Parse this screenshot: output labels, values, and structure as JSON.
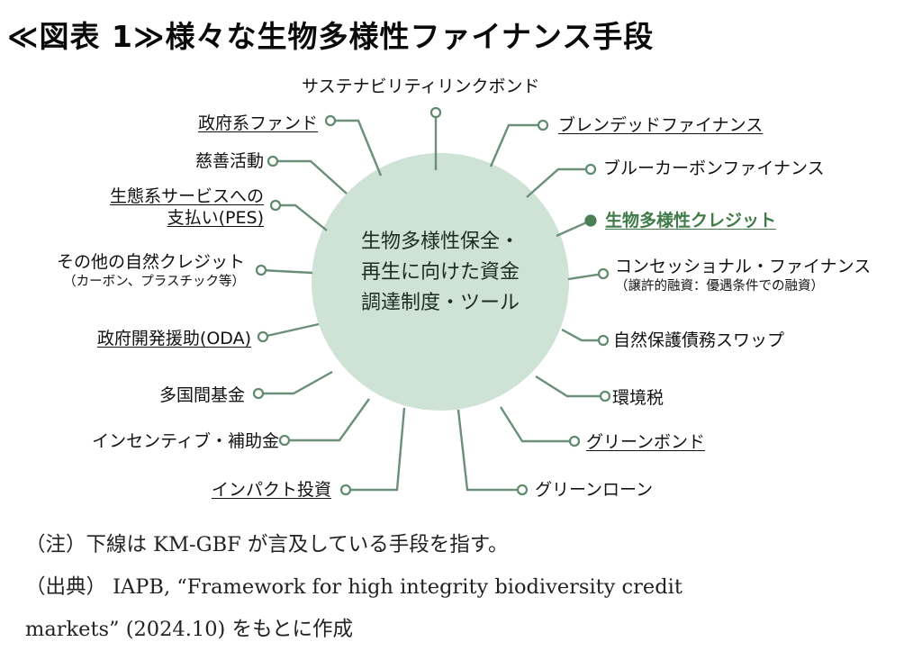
{
  "title": "≪図表 1≫様々な生物多様性ファイナンス手段",
  "center": [
    "生物多様性保全・",
    "再生に向けた資金",
    "調達制度・ツール"
  ],
  "items": [
    {
      "id": "sustainability-linked-bond",
      "label": "サステナビリティリンクボンド",
      "sub": "",
      "underline": false,
      "highlight": false
    },
    {
      "id": "government-fund",
      "label": "政府系ファンド",
      "sub": "",
      "underline": true,
      "highlight": false
    },
    {
      "id": "blended-finance",
      "label": "ブレンデッドファイナンス",
      "sub": "",
      "underline": true,
      "highlight": false
    },
    {
      "id": "philanthropy",
      "label": "慈善活動",
      "sub": "",
      "underline": false,
      "highlight": false
    },
    {
      "id": "blue-carbon-finance",
      "label": "ブルーカーボンファイナンス",
      "sub": "",
      "underline": false,
      "highlight": false
    },
    {
      "id": "pes",
      "label": "生態系サービスへの",
      "label2": "支払い(PES)",
      "sub": "",
      "underline": true,
      "highlight": false
    },
    {
      "id": "biodiversity-credit",
      "label": "生物多様性クレジット",
      "sub": "",
      "underline": true,
      "highlight": true
    },
    {
      "id": "other-nature-credit",
      "label": "その他の自然クレジット",
      "sub": "（カーボン、プラスチック等）",
      "underline": false,
      "highlight": false
    },
    {
      "id": "concessional-finance",
      "label": "コンセッショナル・ファイナンス",
      "sub": "（譲許的融資：優遇条件での融資）",
      "underline": false,
      "highlight": false
    },
    {
      "id": "oda",
      "label": "政府開発援助(ODA)",
      "sub": "",
      "underline": true,
      "highlight": false
    },
    {
      "id": "debt-for-nature-swap",
      "label": "自然保護債務スワップ",
      "sub": "",
      "underline": false,
      "highlight": false
    },
    {
      "id": "multilateral-fund",
      "label": "多国間基金",
      "sub": "",
      "underline": false,
      "highlight": false
    },
    {
      "id": "environmental-tax",
      "label": "環境税",
      "sub": "",
      "underline": false,
      "highlight": false
    },
    {
      "id": "incentive-subsidy",
      "label": "インセンティブ・補助金",
      "sub": "",
      "underline": false,
      "highlight": false
    },
    {
      "id": "green-bond",
      "label": "グリーンボンド",
      "sub": "",
      "underline": true,
      "highlight": false
    },
    {
      "id": "impact-investment",
      "label": "インパクト投資",
      "sub": "",
      "underline": true,
      "highlight": false
    },
    {
      "id": "green-loan",
      "label": "グリーンローン",
      "sub": "",
      "underline": false,
      "highlight": false
    }
  ],
  "notes": {
    "note": "（注）下線は KM-GBF が言及している手段を指す。",
    "source_line1": "（出典） IAPB, “Framework for high integrity biodiversity credit",
    "source_line2": "markets” (2024.10) をもとに作成"
  },
  "colors": {
    "circle_fill": "#cfe2d6",
    "spoke": "#6b8f78",
    "highlight": "#3f7a48"
  }
}
